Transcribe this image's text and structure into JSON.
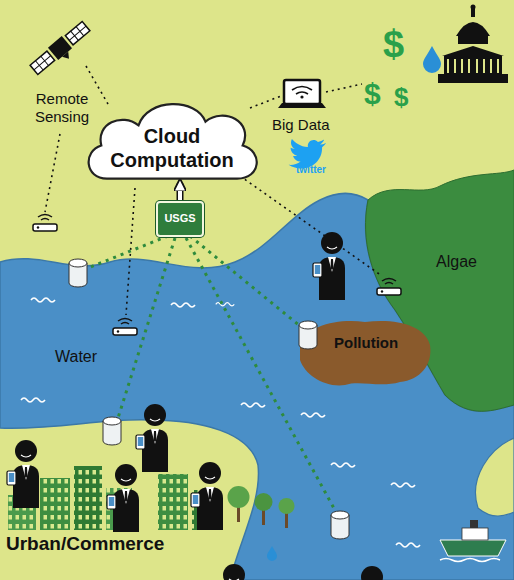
{
  "diagram": {
    "nodes": [
      {
        "text": [
          "Cloud Computation"
        ]
      },
      {
        "text": [
          "USGS"
        ]
      }
    ],
    "edges": [
      {
        "from": 1,
        "to": 0,
        "arrow": "to"
      }
    ],
    "labels": [
      "Remote Sensing",
      "Big Data",
      "twitter",
      "$",
      "$",
      "$",
      "Algae",
      "Water",
      "Pollution",
      "Urban/Commerce"
    ]
  }
}
